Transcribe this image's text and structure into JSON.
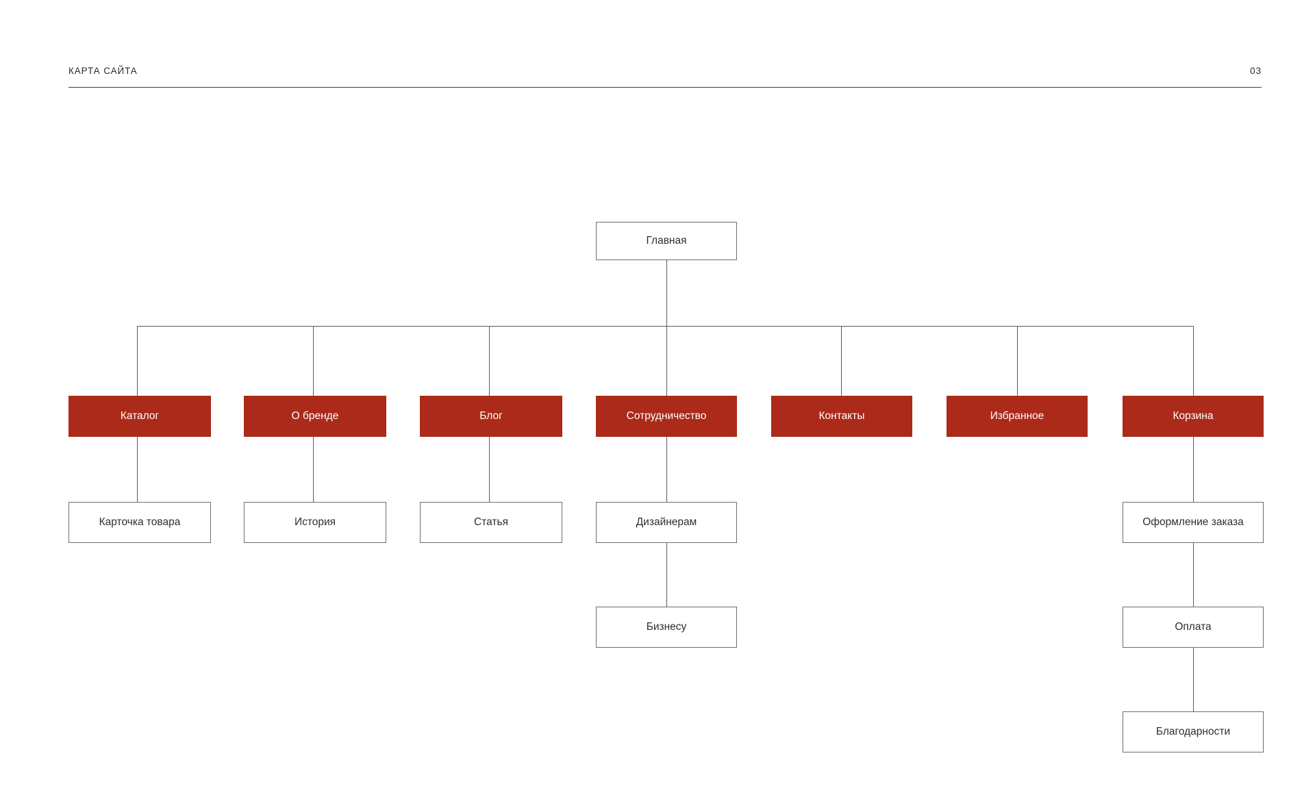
{
  "header": {
    "title": "КАРТА САЙТА",
    "page_number": "03"
  },
  "theme": {
    "accent_color": "#ab2a19",
    "line_color": "#5a5a5a",
    "node_border_color": "#6d6d6d",
    "background_color": "#ffffff",
    "text_color": "#2e2e2e",
    "accent_text_color": "#ffffff"
  },
  "diagram": {
    "type": "sitemap-tree",
    "root": {
      "label": "Главная"
    },
    "level1": [
      {
        "label": "Каталог"
      },
      {
        "label": "О бренде"
      },
      {
        "label": "Блог"
      },
      {
        "label": "Сотрудничество"
      },
      {
        "label": "Контакты"
      },
      {
        "label": "Избранное"
      },
      {
        "label": "Корзина"
      }
    ],
    "level2": [
      {
        "label": "Карточка товара"
      },
      {
        "label": "История"
      },
      {
        "label": "Статья"
      },
      {
        "label": "Дизайнерам"
      },
      {
        "label": "Оформление заказа"
      }
    ],
    "level3": [
      {
        "label": "Бизнесу"
      },
      {
        "label": "Оплата"
      }
    ],
    "level4": [
      {
        "label": "Благодарности"
      }
    ]
  }
}
